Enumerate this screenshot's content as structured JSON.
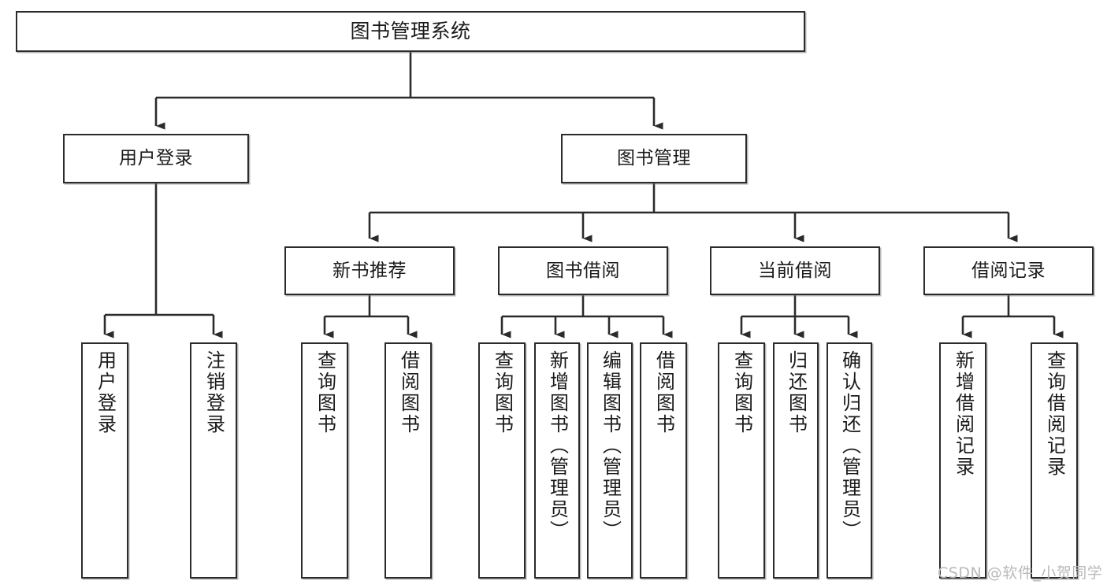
{
  "diagram": {
    "type": "tree-hierarchy",
    "title": "图书管理系统",
    "orientation": "top-down",
    "line_color": "#2b2b2b",
    "box_fill": "#ffffff",
    "text_color": "#1a1a1a",
    "levels": 4
  },
  "nodes": {
    "root": {
      "label": "图书管理系统"
    },
    "level2": [
      {
        "label": "用户登录"
      },
      {
        "label": "图书管理"
      }
    ],
    "level3": [
      {
        "label": "新书推荐"
      },
      {
        "label": "图书借阅"
      },
      {
        "label": "当前借阅"
      },
      {
        "label": "借阅记录"
      }
    ],
    "leaves": {
      "user_login": [
        {
          "label": "用户登录"
        },
        {
          "label": "注销登录"
        }
      ],
      "new_book_recommend": [
        {
          "label": "查询图书"
        },
        {
          "label": "借阅图书"
        }
      ],
      "book_borrow": [
        {
          "label": "查询图书"
        },
        {
          "label": "新增图书（管理员）"
        },
        {
          "label": "编辑图书（管理员）"
        },
        {
          "label": "借阅图书"
        }
      ],
      "current_borrow": [
        {
          "label": "查询图书"
        },
        {
          "label": "归还图书"
        },
        {
          "label": "确认归还（管理员）"
        }
      ],
      "borrow_records": [
        {
          "label": "新增借阅记录"
        },
        {
          "label": "查询借阅记录"
        }
      ]
    }
  },
  "watermark": {
    "text": "CSDN @软件_小贺同学"
  }
}
